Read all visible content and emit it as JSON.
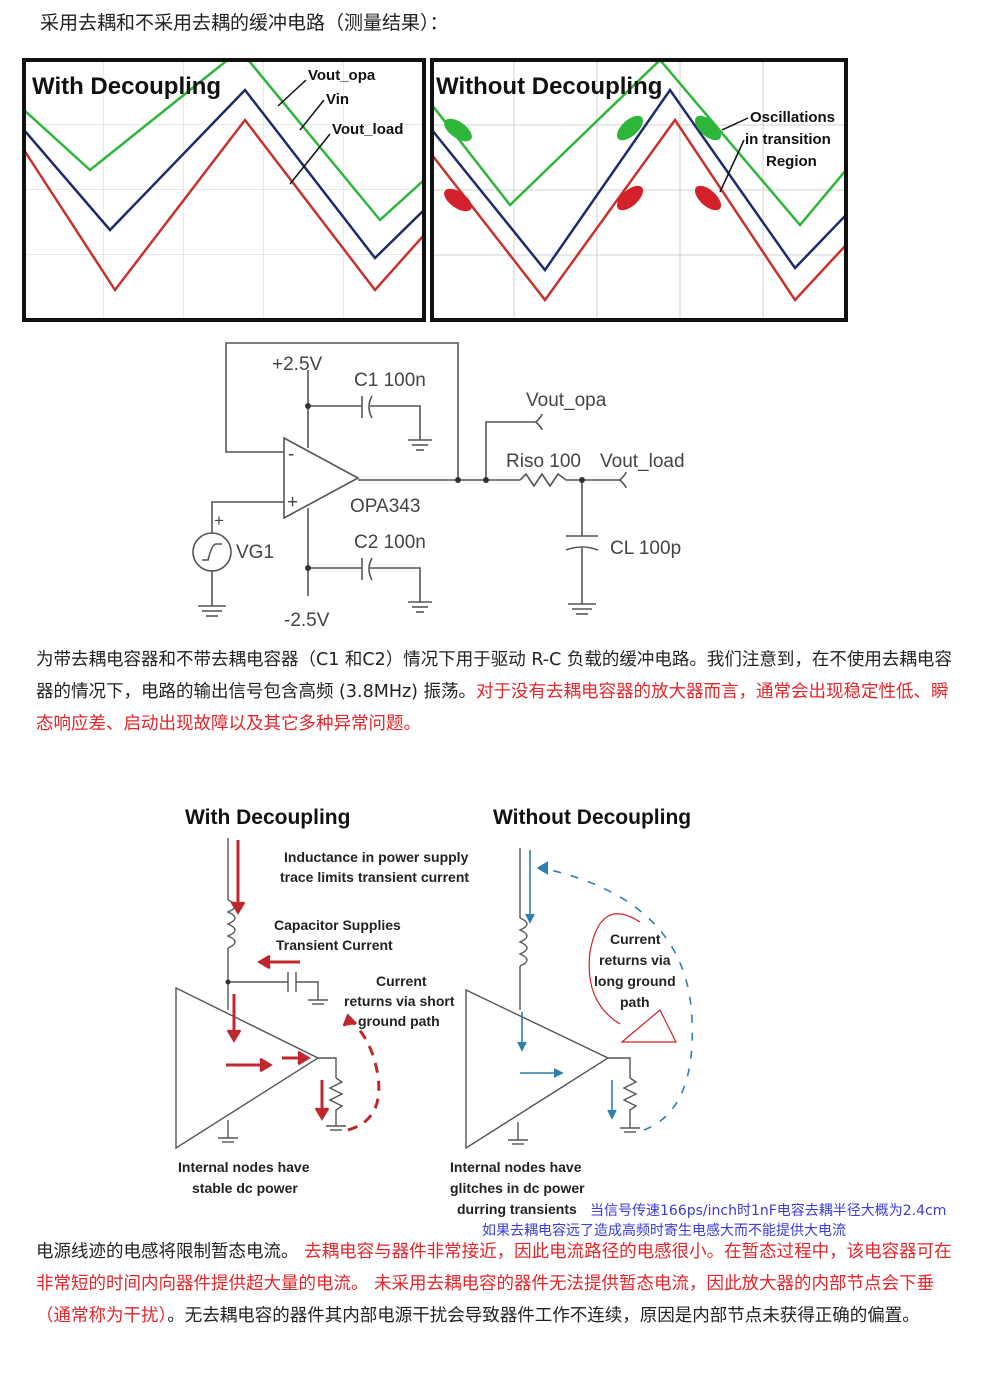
{
  "heading": "采用去耦和不采用去耦的缓冲电路（测量结果）：",
  "scope": {
    "left_title": "With Decoupling",
    "right_title": "Without Decoupling",
    "label_vout_opa": "Vout_opa",
    "label_vin": "Vin",
    "label_vout_load": "Vout_load",
    "osc_line1": "Oscillations",
    "osc_line2": "in transition",
    "osc_line3": "Region",
    "colors": {
      "green": "#2db63a",
      "blue": "#1f2a6b",
      "red": "#c6322c"
    }
  },
  "schematic": {
    "vpos": "+2.5V",
    "vneg": "-2.5V",
    "c1": "C1 100n",
    "c2": "C2 100n",
    "vout_opa": "Vout_opa",
    "riso": "Riso 100",
    "vout_load": "Vout_load",
    "opamp": "OPA343",
    "source": "VG1",
    "cl": "CL 100p",
    "minus": "-",
    "plus": "+"
  },
  "para1": {
    "black": "为带去耦电容器和不带去耦电容器（C1 和C2）情况下用于驱动 R-C 负载的缓冲电路。我们注意到，在不使用去耦电容器的情况下，电路的输出信号包含高频 (3.8MHz) 振荡。",
    "red": "对于没有去耦电容器的放大器而言，通常会出现稳定性低、瞬态响应差、启动出现故障以及其它多种异常问题。"
  },
  "figure2": {
    "left_title": "With Decoupling",
    "right_title": "Without Decoupling",
    "inductance_1": "Inductance in power supply",
    "inductance_2": "trace limits transient current",
    "cap_1": "Capacitor Supplies",
    "cap_2": "Transient Current",
    "short_1": "Current",
    "short_2": "returns via short",
    "short_3": "ground path",
    "long_1": "Current",
    "long_2": "returns via",
    "long_3": "long ground",
    "long_4": "path",
    "stable_1": "Internal nodes have",
    "stable_2": "stable dc power",
    "glitch_1": "Internal nodes have",
    "glitch_2": "glitches in dc power",
    "glitch_3": "durring transients"
  },
  "notes": {
    "line1": "当信号传速166ps/inch时1nF电容去耦半径大概为2.4cm",
    "line2": "如果去耦电容远了造成高频时寄生电感大而不能提供大电流"
  },
  "para2": {
    "black1": "电源线迹的电感将限制暂态电流。",
    "red": "去耦电容与器件非常接近，因此电流路径的电感很小。在暂态过程中，该电容器可在非常短的时间内向器件提供超大量的电流。 未采用去耦电容的器件无法提供暂态电流，因此放大器的内部节点会下垂（通常称为干扰）",
    "black2": "。无去耦电容的器件其内部电源干扰会导致器件工作不连续，原因是内部节点未获得正确的偏置。"
  }
}
